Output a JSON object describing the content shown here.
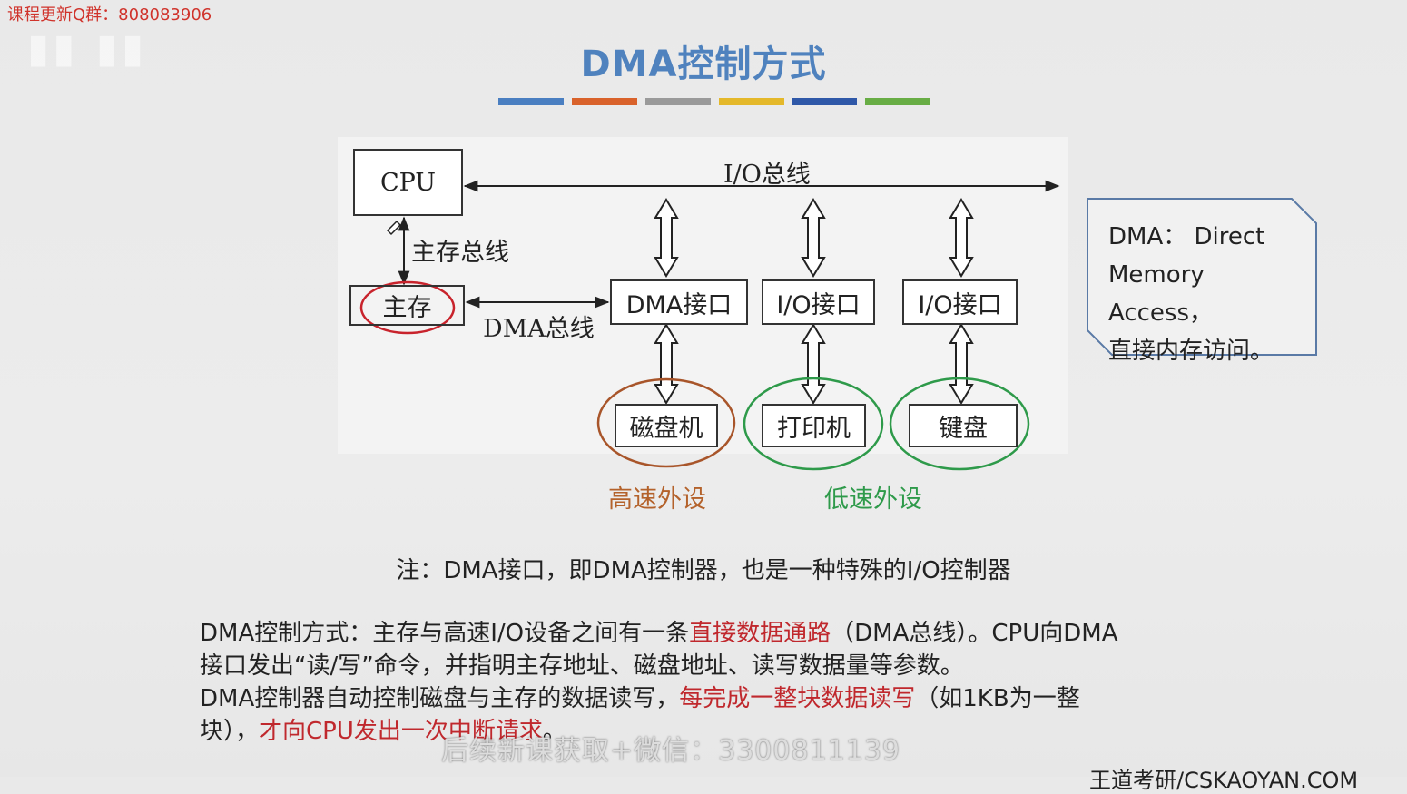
{
  "watermark": {
    "qq_note": "课程更新Q群：808083906",
    "wechat": "后续新课获取+微信：3300811139",
    "footer": "王道考研/CSKAOYAN.COM"
  },
  "slide": {
    "title": "DMA控制方式",
    "color_bars": [
      "#4a7fc1",
      "#d9622b",
      "#9a9a9a",
      "#e4b82a",
      "#2f58a8",
      "#68ad45"
    ]
  },
  "diagram": {
    "cpu": "CPU",
    "io_bus": "I/O总线",
    "memory_bus": "主存总线",
    "memory": "主存",
    "dma_bus": "DMA总线",
    "dma_interface": "DMA接口",
    "io_interface_1": "I/O接口",
    "io_interface_2": "I/O接口",
    "disk": "磁盘机",
    "printer": "打印机",
    "keyboard": "键盘",
    "high_speed_label": "高速外设",
    "low_speed_label": "低速外设"
  },
  "note_box": {
    "line1": "DMA： Direct",
    "line2": "Memory Access，",
    "line3": "直接内存访问。"
  },
  "remark": "注：DMA接口，即DMA控制器，也是一种特殊的I/O控制器",
  "paragraph": {
    "l1_a": "DMA控制方式：主存与高速I/O设备之间有一条",
    "l1_red": "直接数据通路",
    "l1_b": "（DMA总线）。CPU向DMA",
    "l2": "接口发出“读/写”命令，并指明主存地址、磁盘地址、读写数据量等参数。",
    "l3_a": "DMA控制器自动控制磁盘与主存的数据读写，",
    "l3_red": "每完成一整块数据读写",
    "l3_b": "（如1KB为一整",
    "l4_a": "块），",
    "l4_red": "才向CPU发出一次中断请求",
    "l4_b": "。"
  }
}
